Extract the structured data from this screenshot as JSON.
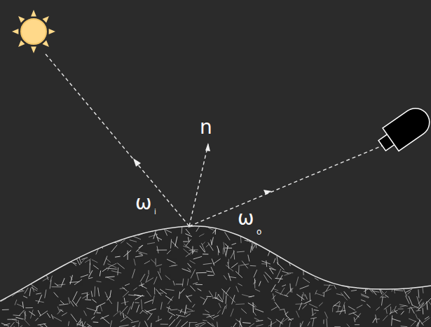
{
  "diagram": {
    "labels": [
      "ω",
      "i",
      "n",
      "ω",
      "o"
    ]
  }
}
